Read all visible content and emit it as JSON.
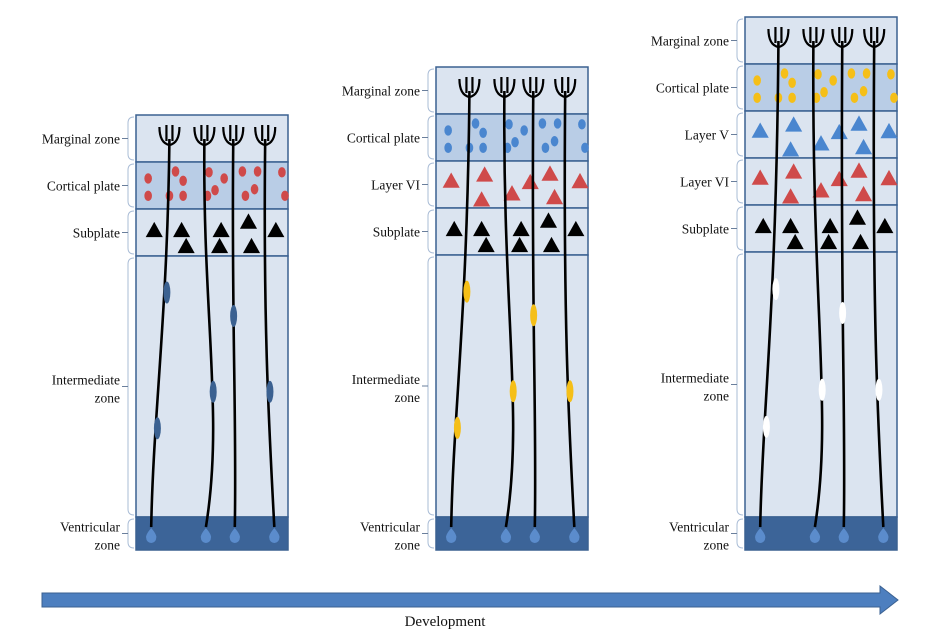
{
  "caption": "Development",
  "colors": {
    "zone_light": "#dbe4f0",
    "zone_cortical": "#b9cde6",
    "zone_ventricular": "#3c6498",
    "border": "#3b6191",
    "bracket": "#a9bcd6",
    "progenitor": "#5b8ccc",
    "arrow": "#4d7fbf",
    "subplate_neuron": "#000000",
    "layer6_neuron": "#cf4a4a",
    "layer5_neuron": "#4a86cf"
  },
  "stages": [
    {
      "name": "stage-1",
      "zones": [
        "Marginal zone",
        "Cortical plate",
        "Subplate",
        "Intermediate zone",
        "Ventricular zone"
      ],
      "cortical_plate_cells": {
        "shape": "red-ovals",
        "color": "#cf4a4a"
      },
      "migrating_cell_color": "#3b6191"
    },
    {
      "name": "stage-2",
      "zones": [
        "Marginal zone",
        "Cortical plate",
        "Layer VI",
        "Subplate",
        "Intermediate zone",
        "Ventricular zone"
      ],
      "cortical_plate_cells": {
        "shape": "blue-ovals",
        "color": "#4a86cf"
      },
      "migrating_cell_color": "#f5bf18"
    },
    {
      "name": "stage-3",
      "zones": [
        "Marginal zone",
        "Cortical plate",
        "Layer V",
        "Layer VI",
        "Subplate",
        "Intermediate zone",
        "Ventricular zone"
      ],
      "cortical_plate_cells": {
        "shape": "yellow-ovals",
        "color": "#f5bf18"
      },
      "migrating_cell_color": "#ffffff"
    }
  ]
}
